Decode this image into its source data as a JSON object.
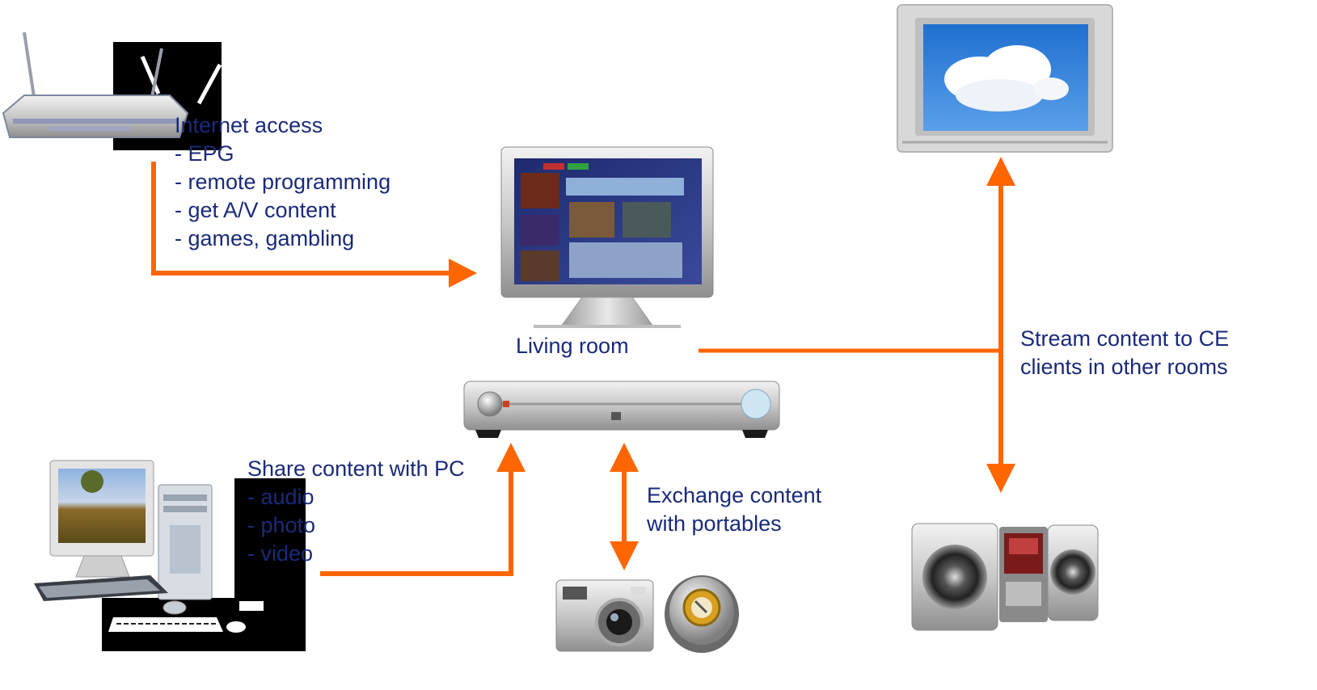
{
  "colors": {
    "arrow": "#ff6600",
    "text": "#1a2a7a",
    "background": "#ffffff"
  },
  "devices": [
    {
      "id": "router",
      "icon": "router-icon"
    },
    {
      "id": "living-room-tv",
      "icon": "flat-panel-tv-icon"
    },
    {
      "id": "crt-tv",
      "icon": "crt-tv-icon"
    },
    {
      "id": "set-top-box",
      "icon": "set-top-box-icon"
    },
    {
      "id": "pc",
      "icon": "desktop-pc-icon"
    },
    {
      "id": "camera",
      "icon": "digital-camera-icon"
    },
    {
      "id": "portable-player",
      "icon": "portable-player-icon"
    },
    {
      "id": "stereo",
      "icon": "stereo-system-icon"
    }
  ],
  "labels": {
    "internet": {
      "title": "Internet access",
      "items": [
        "- EPG",
        "- remote programming",
        "- get A/V content",
        "- games, gambling"
      ]
    },
    "living_room": "Living room",
    "stream": [
      "Stream content to CE",
      "clients in other rooms"
    ],
    "share_pc": {
      "title": "Share content with PC",
      "items": [
        "- audio",
        "- photo",
        "- video"
      ]
    },
    "exchange": [
      "Exchange content",
      "with portables"
    ]
  }
}
